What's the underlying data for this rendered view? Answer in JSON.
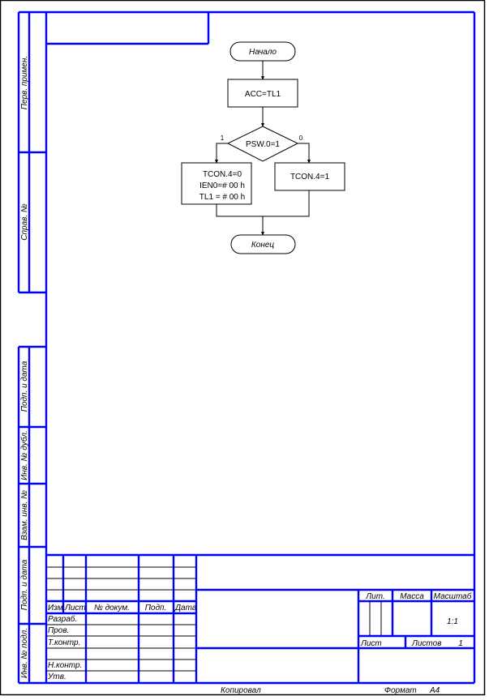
{
  "colors": {
    "frame": "#0000ff",
    "outline": "#000000",
    "background": "#ffffff"
  },
  "side_labels": {
    "perv_primen": "Перв. примен.",
    "sprav_no": "Справ. №",
    "podp_data_1": "Подп. и дата",
    "inv_no_dubl": "Инв. № дубл.",
    "vzam_inv_no": "Взам. инв. №",
    "podp_data_2": "Подп. и дата",
    "inv_no_podl": "Инв. № подл."
  },
  "flowchart": {
    "start": "Начало",
    "step1": "ACC=TL1",
    "decision": "PSW.0=1",
    "branch_yes_label": "1",
    "branch_no_label": "0",
    "yes_lines": [
      "TCON.4=0",
      "IEN0=# 00 h",
      "TL1 = # 00 h"
    ],
    "no_block": "TCON.4=1",
    "end": "Конец"
  },
  "title_block": {
    "headers": {
      "izm": "Изм.",
      "list": "Лист",
      "no_dokum": "№ докум.",
      "podp": "Подп.",
      "data": "Дата"
    },
    "roles": [
      "Разраб.",
      "Пров.",
      "Т.контр.",
      "",
      "Н.контр.",
      "Утв."
    ],
    "lit_label": "Лит.",
    "massa_label": "Масса",
    "masshtab_label": "Масштаб",
    "masshtab_value": "1:1",
    "list_label": "Лист",
    "listov_label": "Листов",
    "listov_value": "1"
  },
  "footer": {
    "kopiroval": "Копировал",
    "format_label": "Формат",
    "format_value": "A4"
  }
}
